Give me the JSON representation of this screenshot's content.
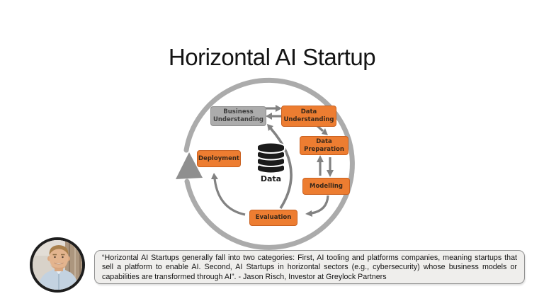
{
  "slide": {
    "title": "Horizontal AI Startup"
  },
  "diagram": {
    "center_label": "Data",
    "nodes": [
      {
        "id": "business-understanding",
        "lines": [
          "Business",
          "Understanding"
        ],
        "style": "gray"
      },
      {
        "id": "data-understanding",
        "lines": [
          "Data",
          "Understanding"
        ],
        "style": "orange"
      },
      {
        "id": "data-preparation",
        "lines": [
          "Data",
          "Preparation"
        ],
        "style": "orange"
      },
      {
        "id": "modelling",
        "lines": [
          "Modelling"
        ],
        "style": "orange"
      },
      {
        "id": "evaluation",
        "lines": [
          "Evaluation"
        ],
        "style": "orange"
      },
      {
        "id": "deployment",
        "lines": [
          "Deployment"
        ],
        "style": "orange"
      }
    ],
    "icons": {
      "database": "database-icon"
    },
    "colors": {
      "node_orange": "#ED7D31",
      "node_gray": "#ACACAC",
      "cycle_ring": "#ABABAB",
      "arrow": "#828282",
      "database": "#1B1B1B"
    }
  },
  "quote": {
    "text": "“Horizontal AI Startups generally fall into two categories: First, AI tooling and platforms companies, meaning startups that sell a platform to enable AI. Second, AI Startups in horizontal sectors (e.g., cybersecurity) whose business models or capabilities are transformed through AI”. - Jason Risch, Investor at Greylock Partners"
  }
}
